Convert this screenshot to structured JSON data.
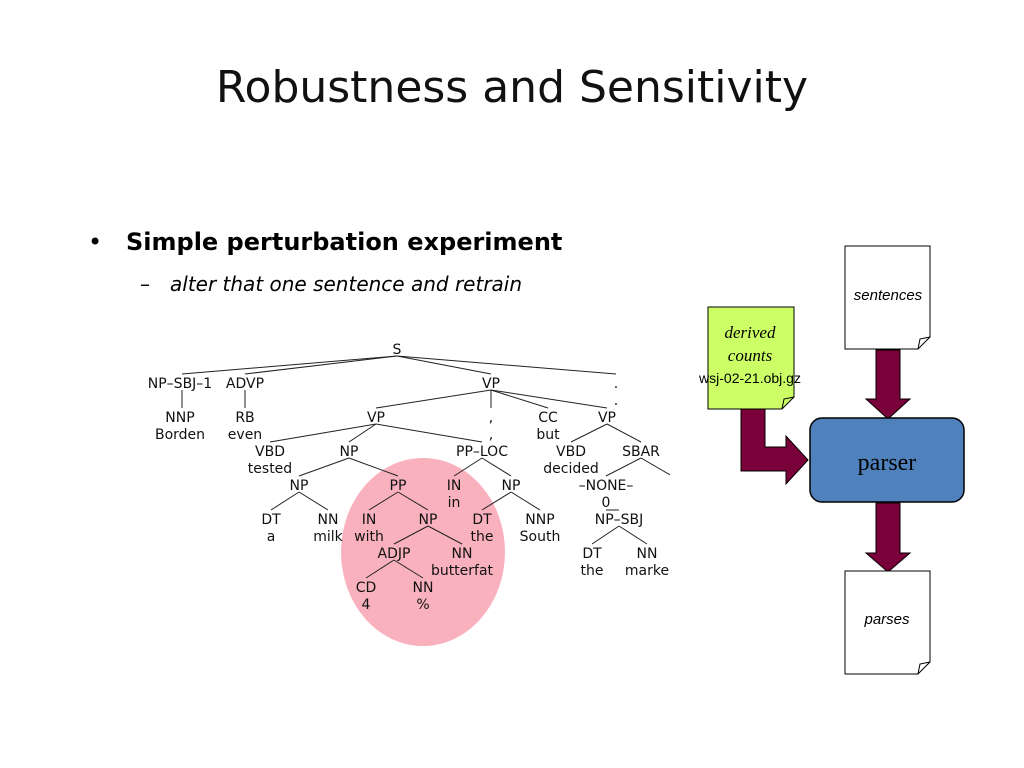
{
  "title": "Robustness and Sensitivity",
  "bullets": {
    "level1_marker": "•",
    "level1_text": "Simple perturbation experiment",
    "level2_marker": "–",
    "level2_text": "alter that one sentence and retrain"
  },
  "parse_tree": {
    "labels": {
      "s": "S",
      "np_sbj_1": "NP–SBJ–1",
      "advp": "ADVP",
      "vp_top": "VP",
      "period_tag": ".",
      "period_word": ".",
      "nnp1": "NNP",
      "borden": "Borden",
      "rb": "RB",
      "even": "even",
      "vp_left": "VP",
      "comma_tag": ",",
      "comma_word": ",",
      "cc": "CC",
      "but": "but",
      "vp_right": "VP",
      "vbd1": "VBD",
      "tested": "tested",
      "np_obj": "NP",
      "pp_loc": "PP–LOC",
      "vbd2": "VBD",
      "decided": "decided",
      "sbar": "SBAR",
      "np_a": "NP",
      "pp": "PP",
      "in_in": "IN",
      "in_word": "in",
      "np_south": "NP",
      "none": "–NONE–",
      "zero": "0",
      "dt1": "DT",
      "a": "a",
      "nn1": "NN",
      "milk": "milk",
      "in_with": "IN",
      "with": "with",
      "np_adjp": "NP",
      "dt2": "DT",
      "the1": "the",
      "nnp2": "NNP",
      "south": "South",
      "np_sbj": "NP–SBJ",
      "adjp": "ADJP",
      "nn2": "NN",
      "butterfat": "butterfat",
      "dt3": "DT",
      "the2": "the",
      "nn3": "NN",
      "marke": "marke",
      "cd": "CD",
      "four": "4",
      "nn4": "NN",
      "percent": "%"
    },
    "highlight_color": "#f9b2bd"
  },
  "flow": {
    "sentences_label": "sentences",
    "derived_line1": "derived",
    "derived_line2": "counts",
    "derived_file": "wsj-02-21.obj.gz",
    "parser_label": "parser",
    "parses_label": "parses",
    "colors": {
      "derived_fill": "#ccff66",
      "parser_fill": "#4f81bd",
      "arrow_fill": "#7a0039"
    }
  }
}
